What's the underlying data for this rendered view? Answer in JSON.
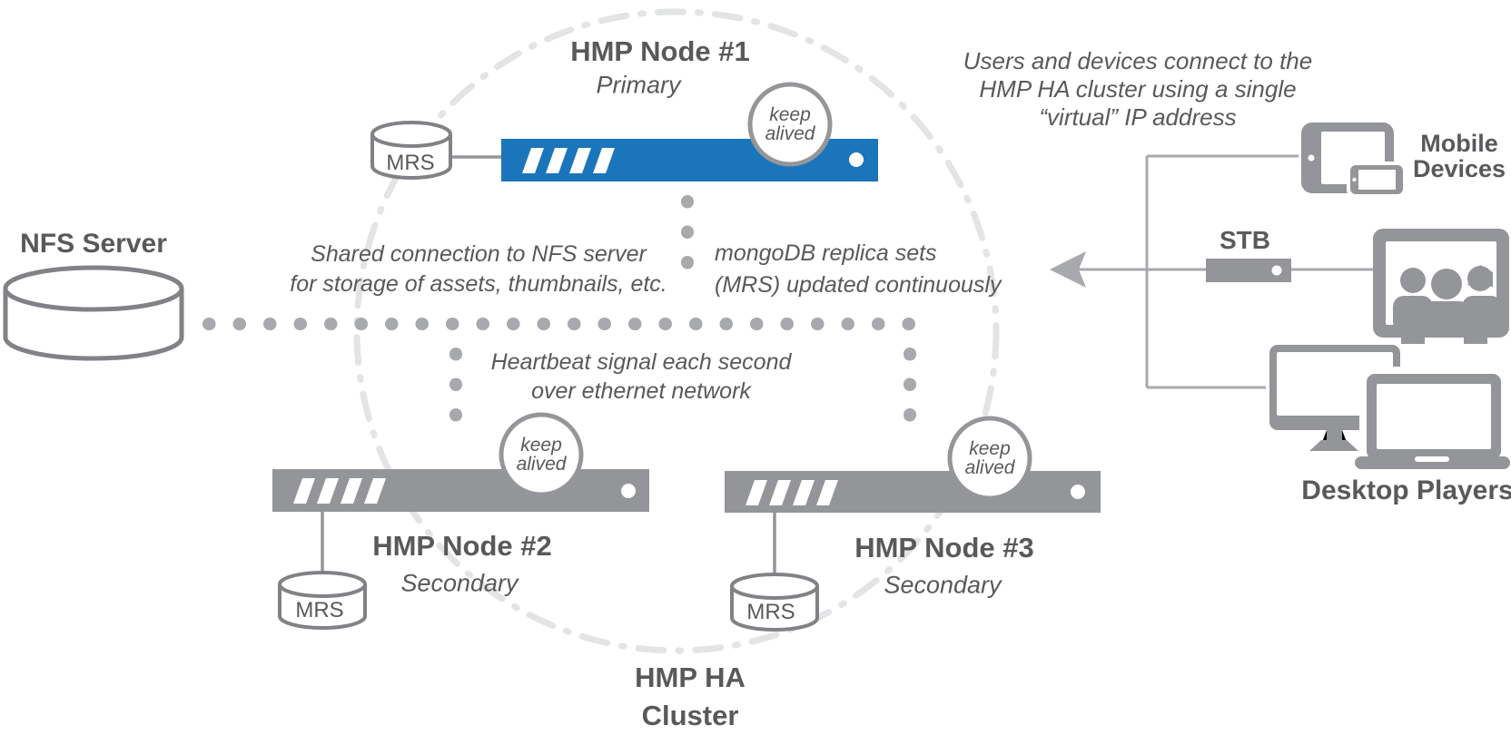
{
  "nfs_server": {
    "label": "NFS Server"
  },
  "nodes": [
    {
      "title": "HMP Node #1",
      "role": "Primary",
      "badge": [
        "keep",
        "alived"
      ],
      "db": "MRS"
    },
    {
      "title": "HMP Node #2",
      "role": "Secondary",
      "badge": [
        "keep",
        "alived"
      ],
      "db": "MRS"
    },
    {
      "title": "HMP Node #3",
      "role": "Secondary",
      "badge": [
        "keep",
        "alived"
      ],
      "db": "MRS"
    }
  ],
  "cluster_label": [
    "HMP HA",
    "Cluster"
  ],
  "annotations": {
    "virtual_ip": [
      "Users and devices connect to the",
      "HMP HA cluster using a single",
      "“virtual” IP address"
    ],
    "nfs_shared": [
      "Shared connection to NFS server",
      "for storage of assets, thumbnails, etc."
    ],
    "mongo": [
      "mongoDB replica sets",
      "(MRS) updated continuously"
    ],
    "heartbeat": [
      "Heartbeat signal each second",
      "over ethernet network"
    ]
  },
  "devices": {
    "mobile_label": [
      "Mobile",
      "Devices"
    ],
    "stb_label": "STB",
    "desktop_label": "Desktop Players"
  },
  "colors": {
    "primary_blue": "#1b75bb",
    "server_gray": "#939598",
    "outline_gray": "#808285",
    "dot_gray": "#a7a9ac",
    "dash_circle_gray": "#e3e4e5",
    "text_gray": "#58595b"
  }
}
